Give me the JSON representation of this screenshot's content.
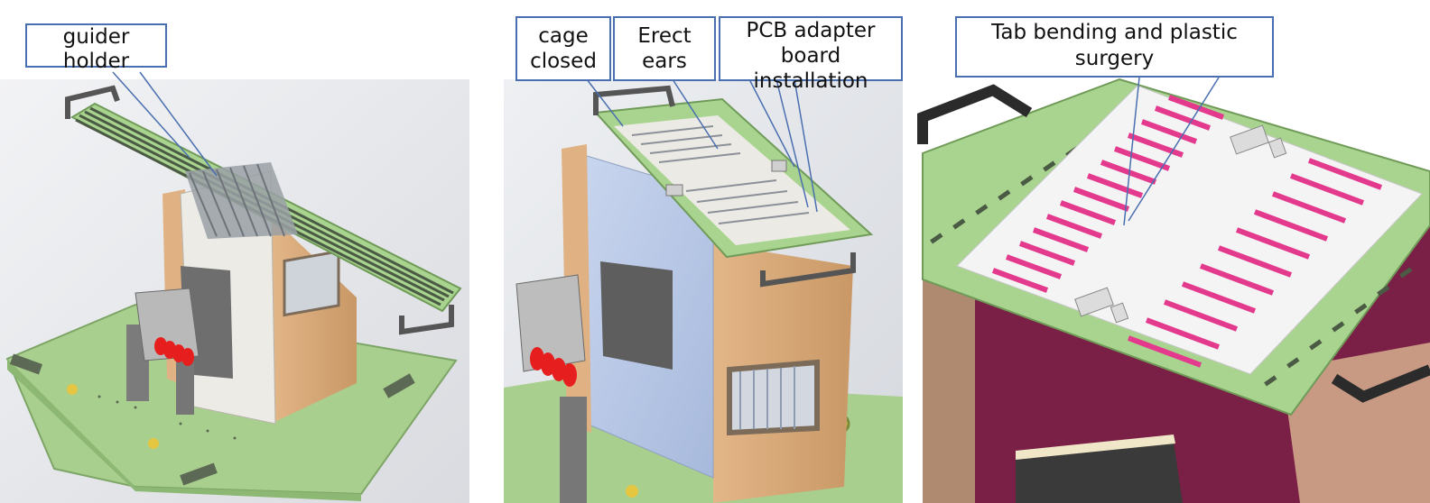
{
  "panels": [
    {
      "name": "open-guider-view",
      "callouts": [
        {
          "id": "guider",
          "text": "guider\nholder"
        }
      ]
    },
    {
      "name": "closed-cage-view",
      "callouts": [
        {
          "id": "cage",
          "text": "cage\nclosed"
        },
        {
          "id": "erect",
          "text": "Erect\nears"
        },
        {
          "id": "pcb",
          "text": "PCB adapter\nboard\ninstallation"
        }
      ]
    },
    {
      "name": "top-detail-view",
      "callouts": [
        {
          "id": "tab",
          "text": "Tab bending and plastic\nsurgery"
        }
      ]
    }
  ],
  "colors": {
    "callout_border": "#4a6fb0",
    "plate_green": "#a8d48e",
    "frame_tan": "#d9a87a",
    "cage_blue": "#b9c9e6",
    "tab_magenta": "#e33a8e",
    "body_maroon": "#7a1f45",
    "led_red": "#e61e1e"
  }
}
